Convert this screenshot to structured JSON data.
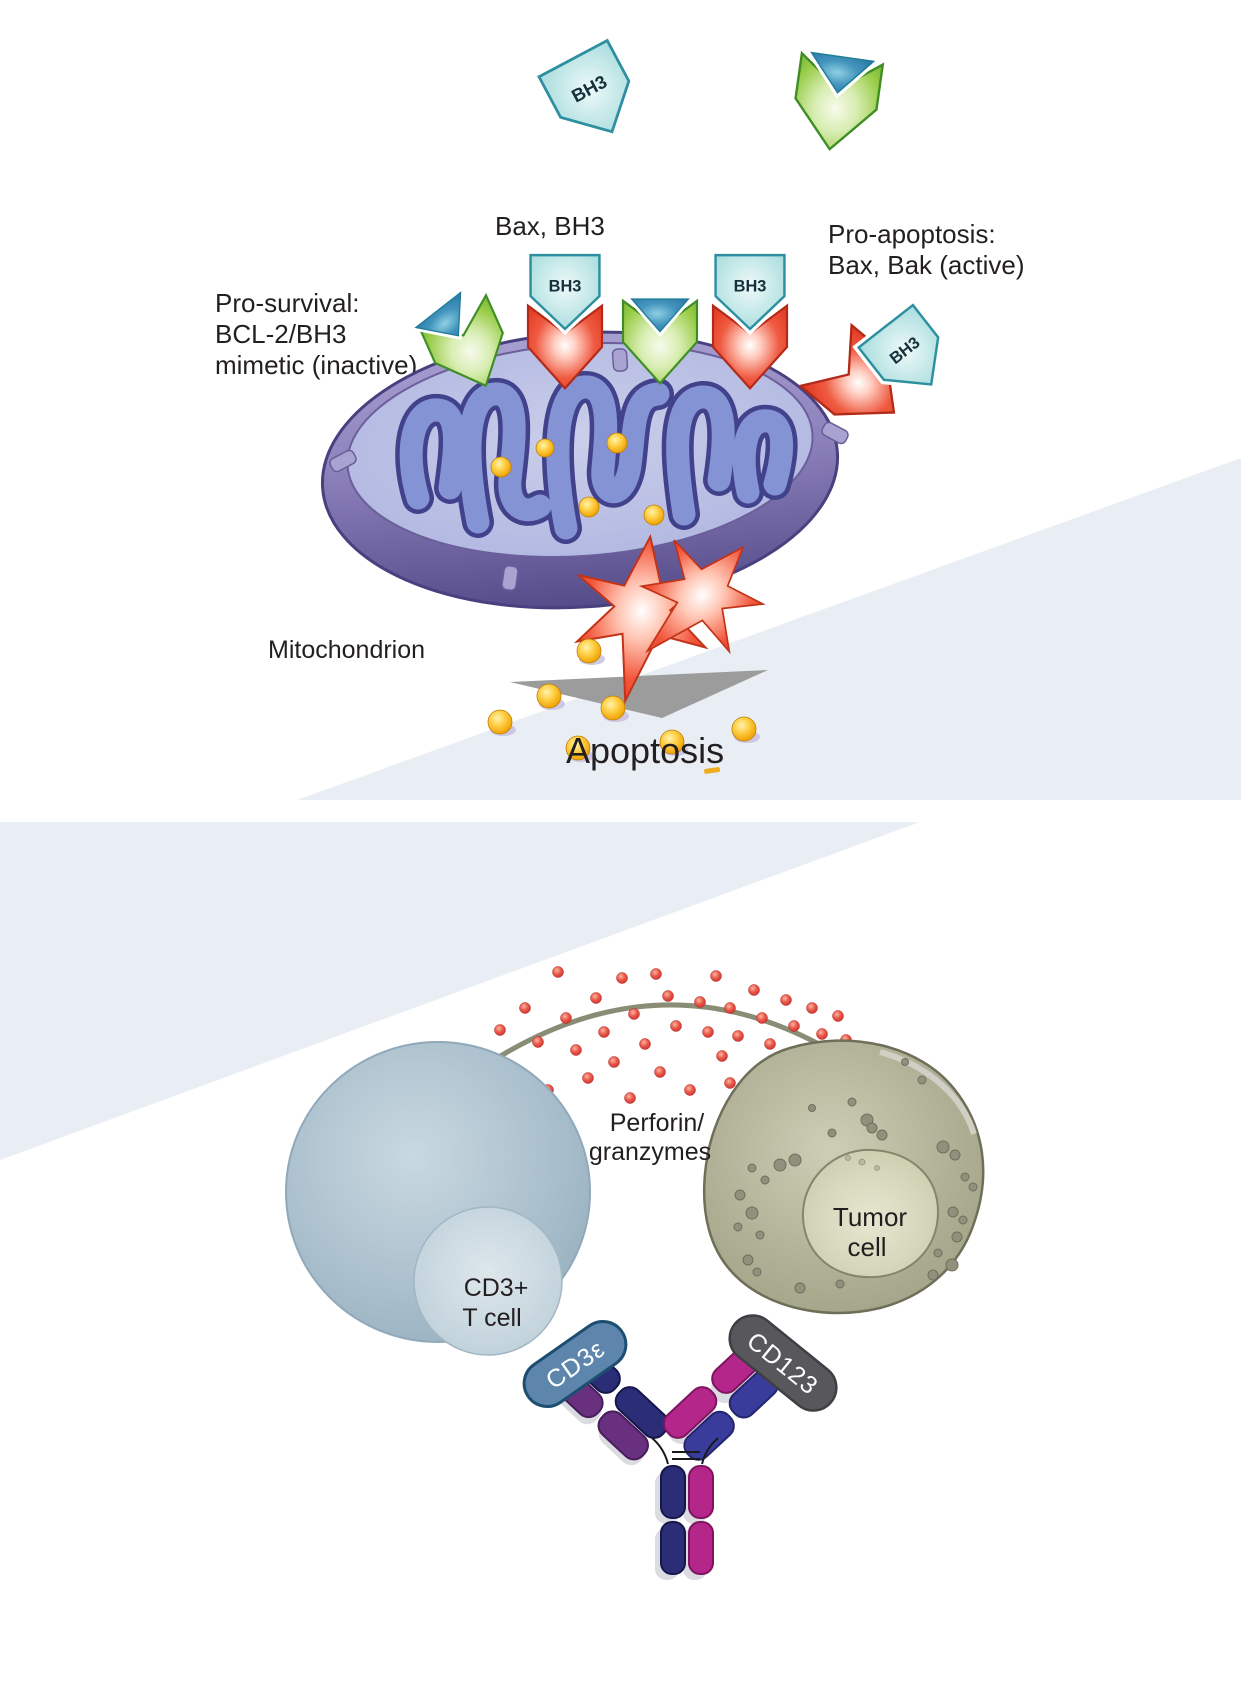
{
  "figure": {
    "top_panel": {
      "bh3_tag": "BH3",
      "bax_bh3_label": "Bax, BH3",
      "pro_survival": [
        "Pro-survival:",
        "BCL-2/BH3",
        "mimetic (inactive)"
      ],
      "pro_apoptosis": [
        "Pro-apoptosis:",
        "Bax, Bak (active)"
      ],
      "mitochondrion_label": "Mitochondrion",
      "apoptosis_label": "Apoptosis"
    },
    "bottom_panel": {
      "perforin": [
        "Perforin/",
        "granzymes"
      ],
      "t_cell": [
        "CD3+",
        "T cell"
      ],
      "tumor_cell": [
        "Tumor",
        "cell"
      ],
      "cd3e_label": "CD3ε",
      "cd123_label": "CD123"
    },
    "colors": {
      "background_wedge": "#E9EDF4",
      "bh3_pentagon_fill": "#C9EAEA",
      "bh3_pentagon_stroke": "#2E8FA0",
      "green_chevron": "#8DC63F",
      "teal_triangle": "#2E8FB0",
      "red_arrow": "#E8402C",
      "mito_rim": "#6F64A0",
      "mito_matrix": "#B7BCE0",
      "cristae_blue": "#8493D3",
      "cytochrome_gold": "#F2A90C",
      "apoptosis_plane_gray": "#9C9C9C",
      "arc_arrow_olive": "#8A8D76",
      "granzyme_red": "#D6392E",
      "t_cell_fill": "#A9BECB",
      "tumor_cell_fill": "#AFAF93",
      "cd3e_pill": "#5E86AC",
      "cd123_pill": "#57575C",
      "antibody_navy": "#2B2D76",
      "antibody_purple": "#68307F",
      "antibody_magenta": "#B5268B",
      "antibody_blue": "#3A3C9C"
    }
  }
}
